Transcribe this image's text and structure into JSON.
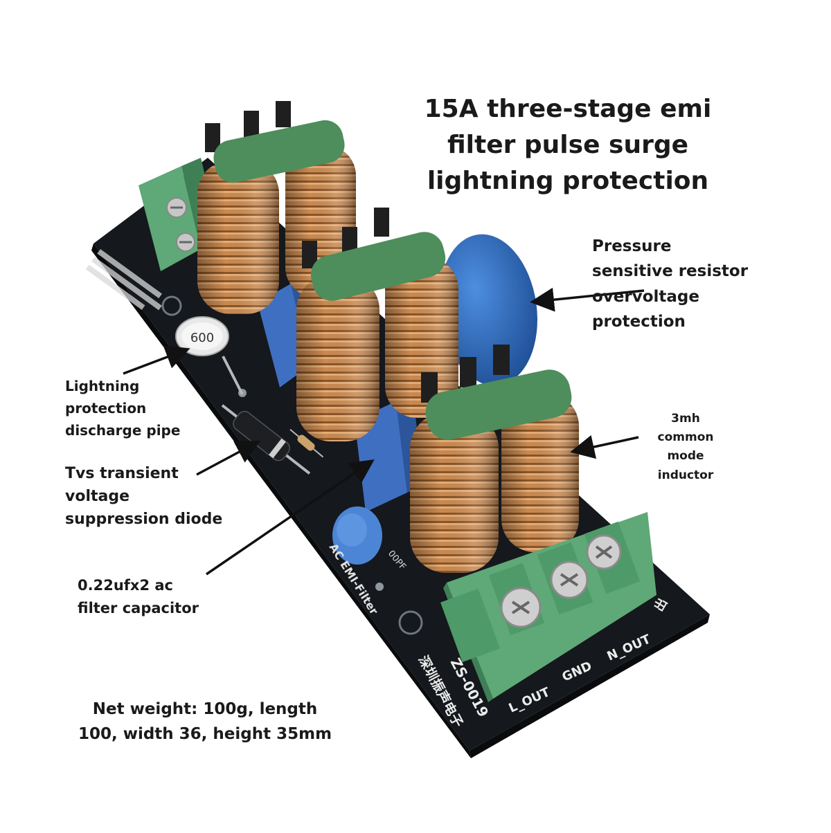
{
  "title": {
    "lines": [
      "15A three-stage emi",
      "filter pulse surge",
      "lightning protection"
    ]
  },
  "callouts": {
    "varistor": {
      "lines": [
        "Pressure",
        "sensitive resistor",
        "overvoltage",
        "protection"
      ]
    },
    "discharge_pipe": {
      "lines": [
        "Lightning",
        "protection",
        "discharge pipe"
      ]
    },
    "tvs_diode": {
      "lines": [
        "Tvs transient",
        "voltage",
        "suppression diode"
      ]
    },
    "inductor": {
      "lines": [
        "3mh",
        "common",
        "mode",
        "inductor"
      ]
    },
    "capacitor": {
      "lines": [
        "0.22ufx2 ac",
        "filter capacitor"
      ]
    }
  },
  "specs": {
    "lines": [
      "Net weight: 100g, length",
      "100, width 36, height 35mm"
    ]
  },
  "board": {
    "model": "ZS-0019",
    "maker": "深圳振声电子",
    "board_label": "AC EMI-Filter",
    "terminals": [
      "L_OUT",
      "GND",
      "N_OUT"
    ],
    "out_mark": "出",
    "gdt_marking": "600",
    "cap_marking": "00PF"
  },
  "colors": {
    "pcb": "#15181c",
    "copper": "#c98a52",
    "copper_dark": "#8a5426",
    "green_terminal": "#5fa877",
    "green_cap": "#4e8d5c",
    "blue_cap": "#3f6fc0",
    "varistor_blue": "#2f6ec2",
    "text": "#1a1a1a"
  }
}
